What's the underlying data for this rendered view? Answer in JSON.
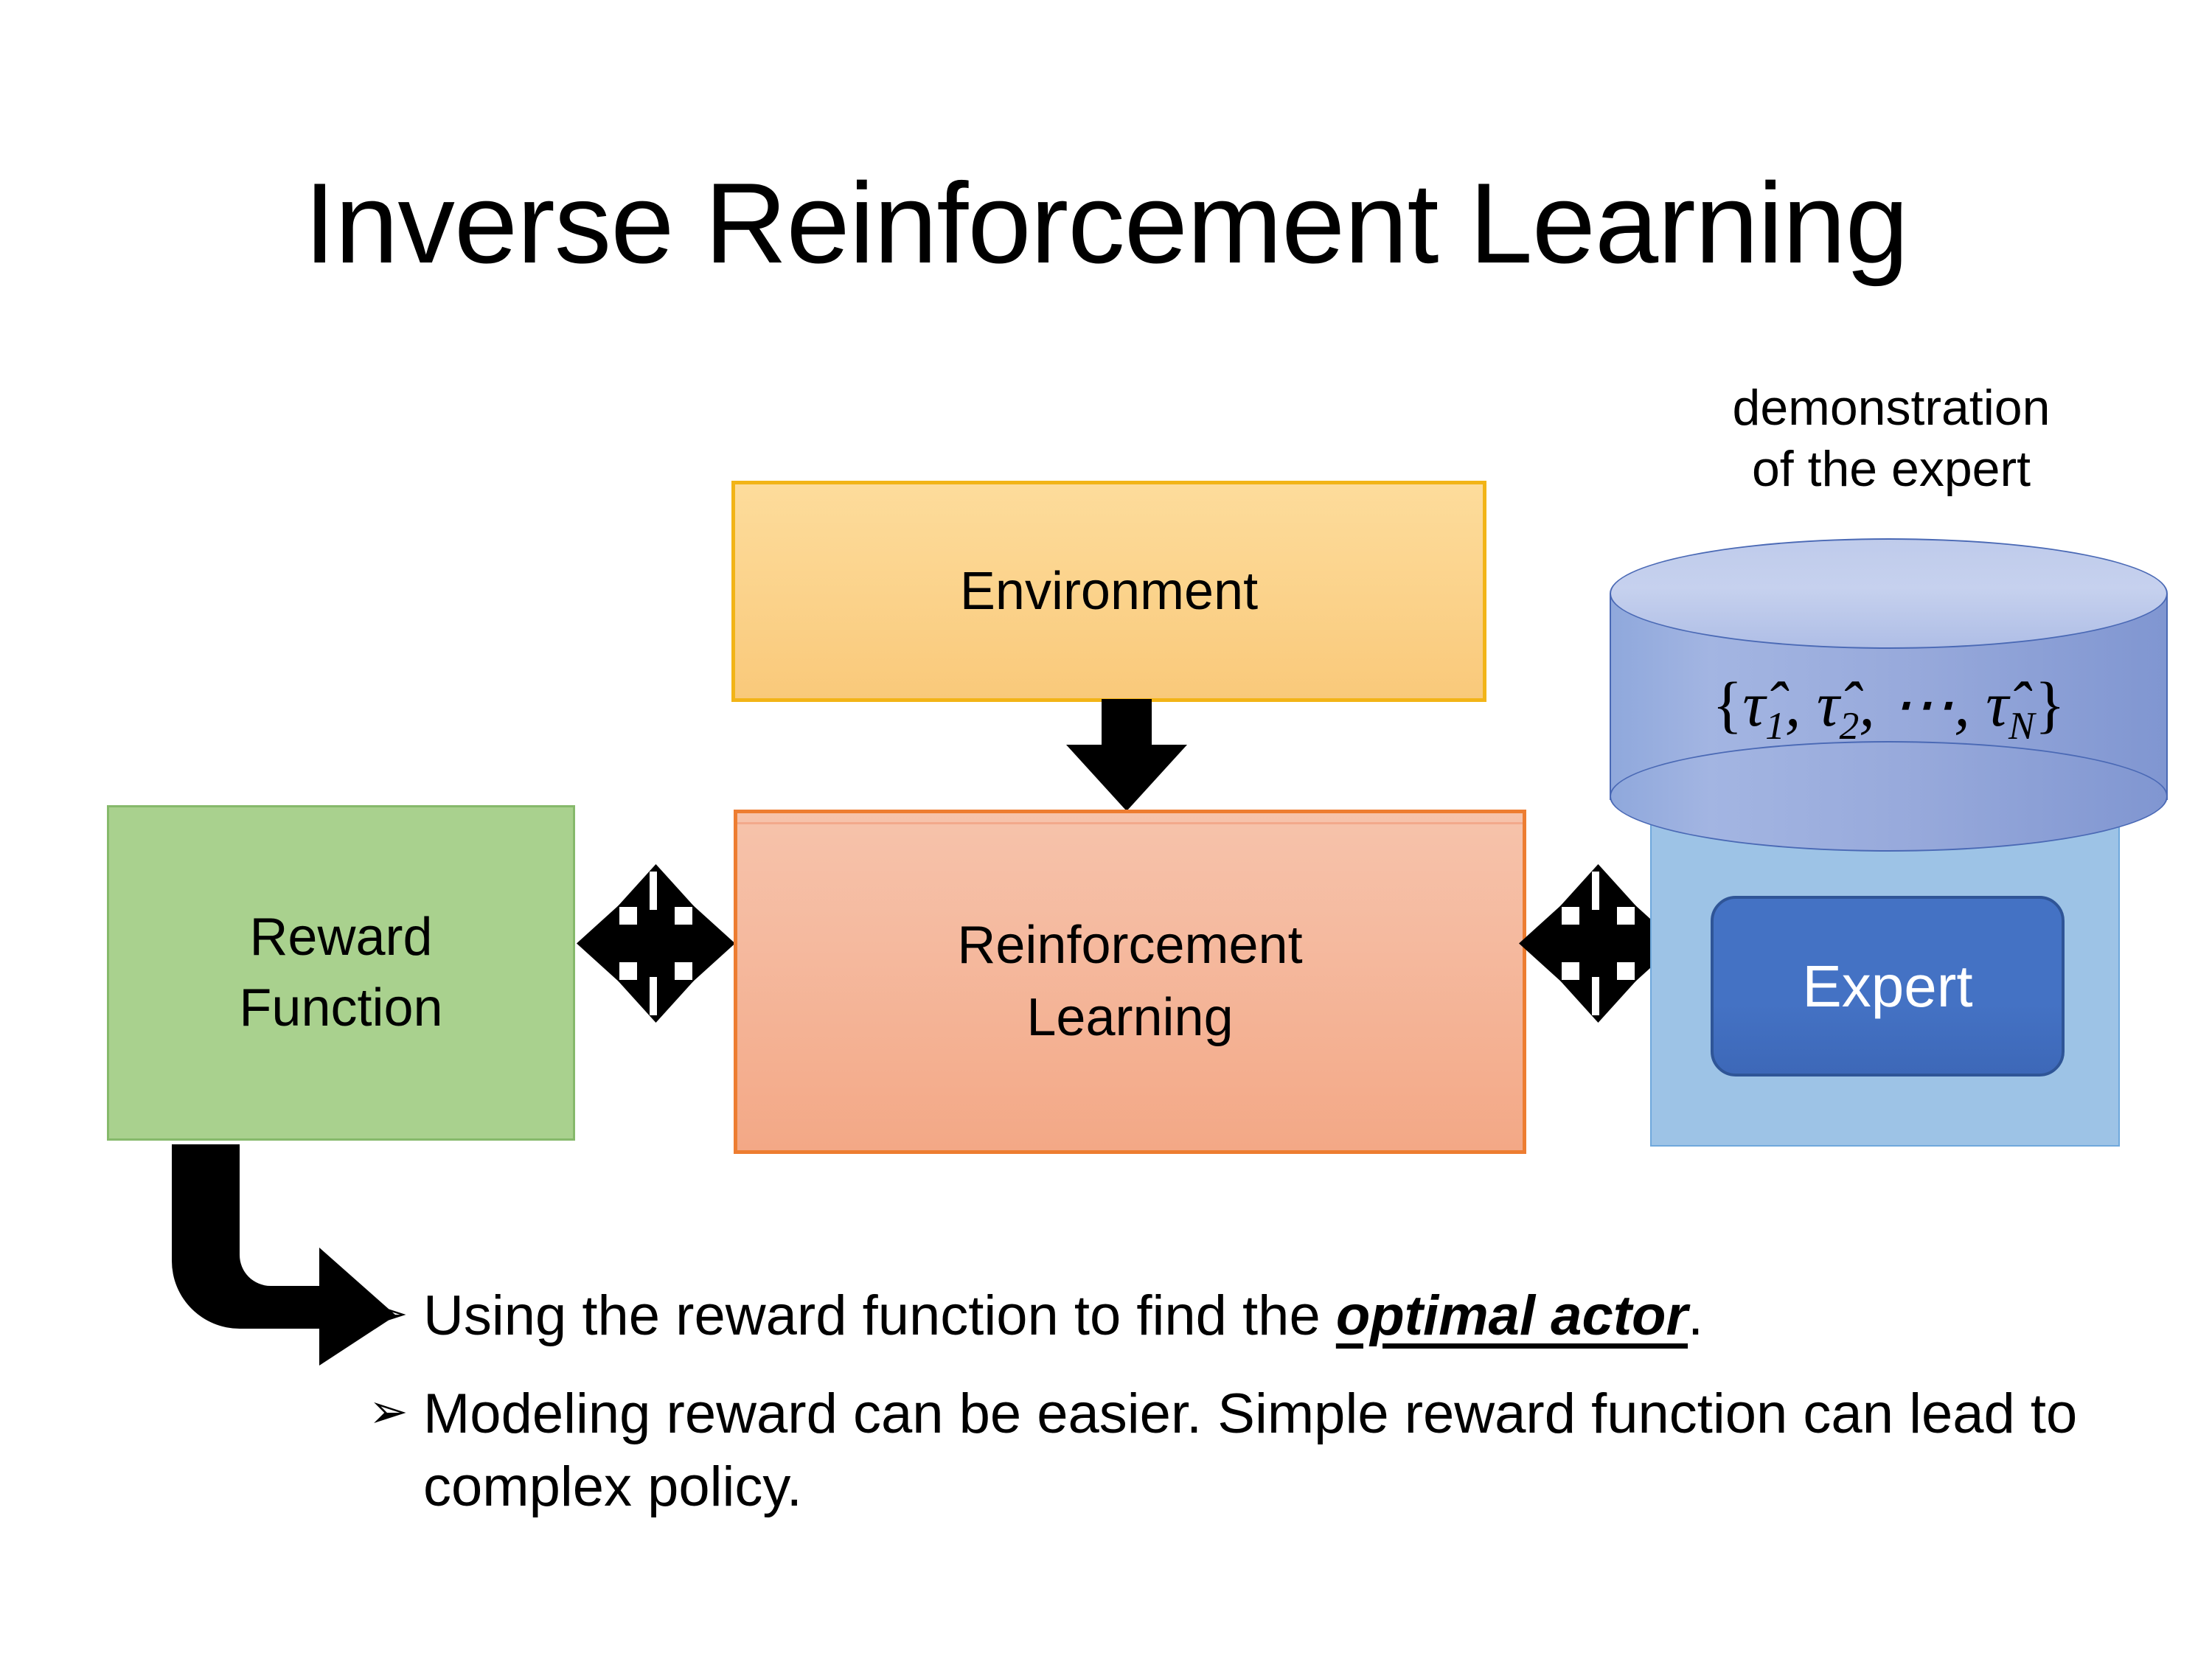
{
  "slide": {
    "title": "Inverse Reinforcement Learning",
    "background_color": "#FFFFFF"
  },
  "diagram": {
    "environment_box": {
      "label": "Environment",
      "fill_color": "#FBD28A",
      "border_color": "#F2B417"
    },
    "reward_box": {
      "label_line1": "Reward",
      "label_line2": "Function",
      "fill_color": "#A9D18E",
      "border_color": "#86B96B"
    },
    "rl_box": {
      "label_line1": "Reinforcement",
      "label_line2": "Learning",
      "fill_color": "#F5B99E",
      "border_color": "#ED7D31"
    },
    "expert_group": {
      "caption_line1": "demonstration",
      "caption_line2": "of the expert",
      "cylinder_formula": {
        "open_brace": "{",
        "items": [
          {
            "symbol": "τ̂",
            "subscript": "1"
          },
          {
            "symbol": "τ̂",
            "subscript": "2"
          },
          {
            "symbol": "⋯",
            "subscript": ""
          },
          {
            "symbol": "τ̂",
            "subscript": "N"
          }
        ],
        "separator": ", ",
        "close_brace": "}",
        "plain_text": "{τ̂1, τ̂2, ⋯, τ̂N}"
      },
      "cylinder_fill_color": "#97A9DB",
      "cylinder_top_color": "#C6D1EE",
      "panel_fill_color": "#9DC3E6",
      "expert_chip": {
        "label": "Expert",
        "fill_color": "#4472C4",
        "text_color": "#FFFFFF",
        "border_color": "#2F5597"
      }
    },
    "connectors": [
      {
        "name": "arrow-down-environment-to-rl",
        "icon": "down-arrow-icon",
        "direction": "down",
        "color": "#000000"
      },
      {
        "name": "quad-arrow-reward-rl",
        "icon": "quad-arrow-icon",
        "direction": "four-way",
        "color": "#000000"
      },
      {
        "name": "quad-arrow-rl-expert",
        "icon": "quad-arrow-icon",
        "direction": "four-way",
        "color": "#000000"
      },
      {
        "name": "bent-arrow-reward-to-bullets",
        "icon": "bent-arrow-icon",
        "direction": "down-right",
        "color": "#000000"
      }
    ]
  },
  "bullets": {
    "marker": "➢",
    "items": [
      {
        "prefix": "Using the reward function to find the ",
        "emphasis": "optimal actor",
        "suffix": "."
      },
      {
        "prefix": "Modeling reward can be easier. Simple reward function can lead to complex policy.",
        "emphasis": "",
        "suffix": ""
      }
    ]
  }
}
